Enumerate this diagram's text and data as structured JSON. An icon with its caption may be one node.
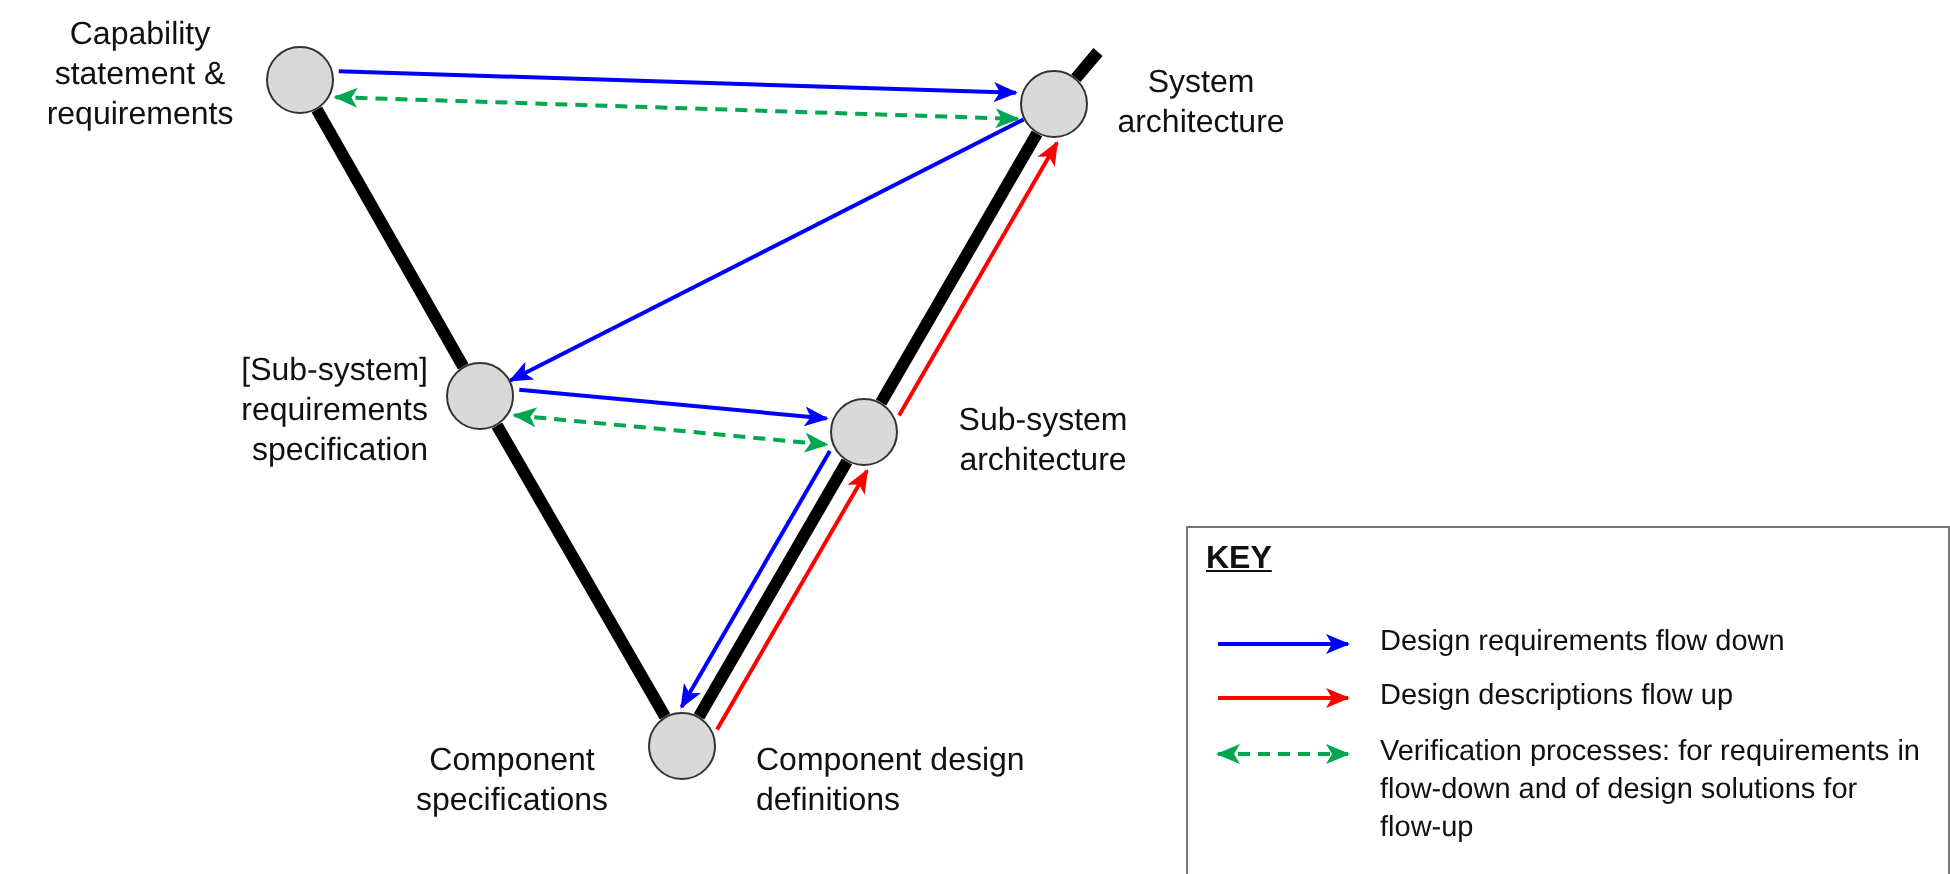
{
  "diagram": {
    "nodes": [
      {
        "text": [],
        "shape": "circle",
        "beside": [
          "Capability statement & requirements"
        ]
      },
      {
        "text": [],
        "shape": "circle",
        "beside": [
          "System architecture"
        ]
      },
      {
        "text": [],
        "shape": "circle",
        "beside": [
          "[Sub-system] requirements specification"
        ]
      },
      {
        "text": [],
        "shape": "circle",
        "beside": [
          "Sub-system architecture"
        ]
      },
      {
        "text": [],
        "shape": "circle",
        "beside": [
          "Component specifications",
          "Component design definitions"
        ]
      }
    ],
    "edges": [
      {
        "from": 0,
        "to": 2,
        "arrow": "none",
        "style": "thick"
      },
      {
        "from": 2,
        "to": 4,
        "arrow": "none",
        "style": "thick"
      },
      {
        "from": 4,
        "to": 3,
        "arrow": "none",
        "style": "thick"
      },
      {
        "from": 3,
        "to": 1,
        "arrow": "none",
        "style": "thick"
      },
      {
        "from": 1,
        "to": null,
        "arrow": "none",
        "style": "thick"
      },
      {
        "from": 0,
        "to": 1,
        "arrow": "to",
        "color": "#0000ff"
      },
      {
        "from": 0,
        "to": 1,
        "arrow": "both",
        "style": "dashed",
        "color": "#00a651"
      },
      {
        "from": 1,
        "to": 2,
        "arrow": "to",
        "color": "#0000ff"
      },
      {
        "from": 2,
        "to": 3,
        "arrow": "to",
        "color": "#0000ff"
      },
      {
        "from": 2,
        "to": 3,
        "arrow": "both",
        "style": "dashed",
        "color": "#00a651"
      },
      {
        "from": 3,
        "to": 4,
        "arrow": "to",
        "color": "#0000ff"
      },
      {
        "from": 4,
        "to": 3,
        "arrow": "to",
        "color": "#ff0000"
      },
      {
        "from": 3,
        "to": 1,
        "arrow": "to",
        "color": "#ff0000"
      }
    ],
    "labels": [
      "KEY"
    ],
    "legend": [
      {
        "text": "Design requirements flow down"
      },
      {
        "text": "Design descriptions flow up"
      },
      {
        "text": "Verification processes: for requirements in flow-down and of design solutions for flow-up"
      }
    ]
  }
}
